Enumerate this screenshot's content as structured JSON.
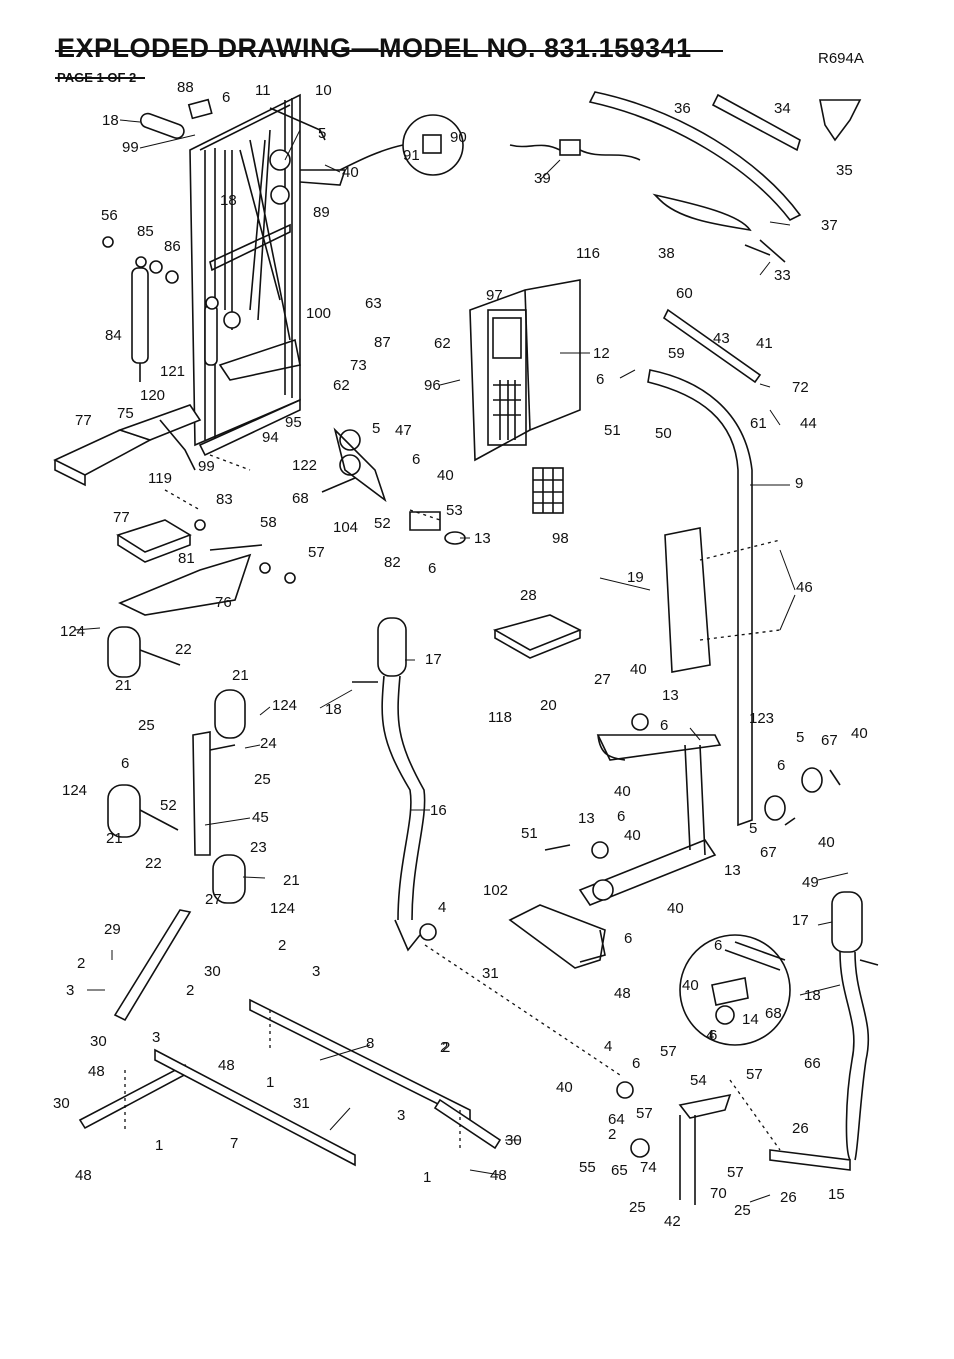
{
  "header": {
    "title": "EXPLODED DRAWING—MODEL NO. 831.159341",
    "page": "PAGE 1 OF 2",
    "drawing_code": "R694A"
  },
  "callouts": [
    {
      "id": "c88",
      "label": "88"
    },
    {
      "id": "c6a",
      "label": "6"
    },
    {
      "id": "c11",
      "label": "11"
    },
    {
      "id": "c10",
      "label": "10"
    },
    {
      "id": "c18a",
      "label": "18"
    },
    {
      "id": "c99a",
      "label": "99"
    },
    {
      "id": "c5a",
      "label": "5"
    },
    {
      "id": "c40a",
      "label": "40"
    },
    {
      "id": "c18b",
      "label": "18"
    },
    {
      "id": "c89",
      "label": "89"
    },
    {
      "id": "c91",
      "label": "91"
    },
    {
      "id": "c90",
      "label": "90"
    },
    {
      "id": "c56",
      "label": "56"
    },
    {
      "id": "c85",
      "label": "85"
    },
    {
      "id": "c86",
      "label": "86"
    },
    {
      "id": "c84",
      "label": "84"
    },
    {
      "id": "c100",
      "label": "100"
    },
    {
      "id": "c63",
      "label": "63"
    },
    {
      "id": "c87",
      "label": "87"
    },
    {
      "id": "c73",
      "label": "73"
    },
    {
      "id": "c62a",
      "label": "62"
    },
    {
      "id": "c121",
      "label": "121"
    },
    {
      "id": "c120",
      "label": "120"
    },
    {
      "id": "c77a",
      "label": "77"
    },
    {
      "id": "c75",
      "label": "75"
    },
    {
      "id": "c94",
      "label": "94"
    },
    {
      "id": "c95",
      "label": "95"
    },
    {
      "id": "c99b",
      "label": "99"
    },
    {
      "id": "c119",
      "label": "119"
    },
    {
      "id": "c36",
      "label": "36"
    },
    {
      "id": "c34",
      "label": "34"
    },
    {
      "id": "c35",
      "label": "35"
    },
    {
      "id": "c39",
      "label": "39"
    },
    {
      "id": "c37",
      "label": "37"
    },
    {
      "id": "c38",
      "label": "38"
    },
    {
      "id": "c33",
      "label": "33"
    },
    {
      "id": "c116",
      "label": "116"
    },
    {
      "id": "c97",
      "label": "97"
    },
    {
      "id": "c62b",
      "label": "62"
    },
    {
      "id": "c12",
      "label": "12"
    },
    {
      "id": "c96",
      "label": "96"
    },
    {
      "id": "c60",
      "label": "60"
    },
    {
      "id": "c43",
      "label": "43"
    },
    {
      "id": "c41",
      "label": "41"
    },
    {
      "id": "c59",
      "label": "59"
    },
    {
      "id": "c6b",
      "label": "6"
    },
    {
      "id": "c72",
      "label": "72"
    },
    {
      "id": "c44",
      "label": "44"
    },
    {
      "id": "c61",
      "label": "61"
    },
    {
      "id": "c51a",
      "label": "51"
    },
    {
      "id": "c50",
      "label": "50"
    },
    {
      "id": "c9",
      "label": "9"
    },
    {
      "id": "c5b",
      "label": "5"
    },
    {
      "id": "c47",
      "label": "47"
    },
    {
      "id": "c6c",
      "label": "6"
    },
    {
      "id": "c122",
      "label": "122"
    },
    {
      "id": "c40b",
      "label": "40"
    },
    {
      "id": "c68a",
      "label": "68"
    },
    {
      "id": "c104",
      "label": "104"
    },
    {
      "id": "c52a",
      "label": "52"
    },
    {
      "id": "c53",
      "label": "53"
    },
    {
      "id": "c13a",
      "label": "13"
    },
    {
      "id": "c82",
      "label": "82"
    },
    {
      "id": "c6d",
      "label": "6"
    },
    {
      "id": "c98",
      "label": "98"
    },
    {
      "id": "c77b",
      "label": "77"
    },
    {
      "id": "c83",
      "label": "83"
    },
    {
      "id": "c58",
      "label": "58"
    },
    {
      "id": "c81",
      "label": "81"
    },
    {
      "id": "c57a",
      "label": "57"
    },
    {
      "id": "c76",
      "label": "76"
    },
    {
      "id": "c19",
      "label": "19"
    },
    {
      "id": "c46",
      "label": "46"
    },
    {
      "id": "c124a",
      "label": "124"
    },
    {
      "id": "c22a",
      "label": "22"
    },
    {
      "id": "c21a",
      "label": "21"
    },
    {
      "id": "c21b",
      "label": "21"
    },
    {
      "id": "c124b",
      "label": "124"
    },
    {
      "id": "c17a",
      "label": "17"
    },
    {
      "id": "c18c",
      "label": "18"
    },
    {
      "id": "c28",
      "label": "28"
    },
    {
      "id": "c118",
      "label": "118"
    },
    {
      "id": "c20",
      "label": "20"
    },
    {
      "id": "c27a",
      "label": "27"
    },
    {
      "id": "c40c",
      "label": "40"
    },
    {
      "id": "c13b",
      "label": "13"
    },
    {
      "id": "c6e",
      "label": "6"
    },
    {
      "id": "c123",
      "label": "123"
    },
    {
      "id": "c5c",
      "label": "5"
    },
    {
      "id": "c67a",
      "label": "67"
    },
    {
      "id": "c40d",
      "label": "40"
    },
    {
      "id": "c25a",
      "label": "25"
    },
    {
      "id": "c24",
      "label": "24"
    },
    {
      "id": "c6f",
      "label": "6"
    },
    {
      "id": "c25b",
      "label": "25"
    },
    {
      "id": "c124c",
      "label": "124"
    },
    {
      "id": "c52b",
      "label": "52"
    },
    {
      "id": "c45",
      "label": "45"
    },
    {
      "id": "c16",
      "label": "16"
    },
    {
      "id": "c40e",
      "label": "40"
    },
    {
      "id": "c6g",
      "label": "6"
    },
    {
      "id": "c40f",
      "label": "40"
    },
    {
      "id": "c6h",
      "label": "6"
    },
    {
      "id": "c5d",
      "label": "5"
    },
    {
      "id": "c67b",
      "label": "67"
    },
    {
      "id": "c40g",
      "label": "40"
    },
    {
      "id": "c23",
      "label": "23"
    },
    {
      "id": "c21c",
      "label": "21"
    },
    {
      "id": "c22b",
      "label": "22"
    },
    {
      "id": "c51b",
      "label": "51"
    },
    {
      "id": "c13c",
      "label": "13"
    },
    {
      "id": "c13d",
      "label": "13"
    },
    {
      "id": "c21d",
      "label": "21"
    },
    {
      "id": "c27b",
      "label": "27"
    },
    {
      "id": "c124d",
      "label": "124"
    },
    {
      "id": "c102",
      "label": "102"
    },
    {
      "id": "c40h",
      "label": "40"
    },
    {
      "id": "c6i",
      "label": "6"
    },
    {
      "id": "c49",
      "label": "49"
    },
    {
      "id": "c4a",
      "label": "4"
    },
    {
      "id": "c17b",
      "label": "17"
    },
    {
      "id": "c29",
      "label": "29"
    },
    {
      "id": "c2a",
      "label": "2"
    },
    {
      "id": "c3a",
      "label": "3"
    },
    {
      "id": "c30a",
      "label": "30"
    },
    {
      "id": "c2b",
      "label": "2"
    },
    {
      "id": "c3b",
      "label": "3"
    },
    {
      "id": "c31a",
      "label": "31"
    },
    {
      "id": "c48a",
      "label": "48"
    },
    {
      "id": "c6j",
      "label": "6"
    },
    {
      "id": "c40i",
      "label": "40"
    },
    {
      "id": "c14",
      "label": "14"
    },
    {
      "id": "c68b",
      "label": "68"
    },
    {
      "id": "c18d",
      "label": "18"
    },
    {
      "id": "c2c",
      "label": "2"
    },
    {
      "id": "c3c",
      "label": "3"
    },
    {
      "id": "c30b",
      "label": "30"
    },
    {
      "id": "c48b",
      "label": "48"
    },
    {
      "id": "c1a",
      "label": "1"
    },
    {
      "id": "c8",
      "label": "8"
    },
    {
      "id": "c4b",
      "label": "4"
    },
    {
      "id": "c6k",
      "label": "6"
    },
    {
      "id": "c57b",
      "label": "57"
    },
    {
      "id": "c57c",
      "label": "57"
    },
    {
      "id": "c54",
      "label": "54"
    },
    {
      "id": "c66",
      "label": "66"
    },
    {
      "id": "c4c",
      "label": "4"
    },
    {
      "id": "c6l",
      "label": "6"
    },
    {
      "id": "c40j",
      "label": "40"
    },
    {
      "id": "c48c",
      "label": "48"
    },
    {
      "id": "c2d",
      "label": "2"
    },
    {
      "id": "c30c",
      "label": "30"
    },
    {
      "id": "c31b",
      "label": "31"
    },
    {
      "id": "c2e",
      "label": "2"
    },
    {
      "id": "c3d",
      "label": "3"
    },
    {
      "id": "c64",
      "label": "64"
    },
    {
      "id": "c57d",
      "label": "57"
    },
    {
      "id": "c26a",
      "label": "26"
    },
    {
      "id": "c2f",
      "label": "2"
    },
    {
      "id": "c7",
      "label": "7"
    },
    {
      "id": "c30d",
      "label": "30"
    },
    {
      "id": "c55",
      "label": "55"
    },
    {
      "id": "c65",
      "label": "65"
    },
    {
      "id": "c74",
      "label": "74"
    },
    {
      "id": "c57e",
      "label": "57"
    },
    {
      "id": "c1b",
      "label": "1"
    },
    {
      "id": "c48d",
      "label": "48"
    },
    {
      "id": "c1c",
      "label": "1"
    },
    {
      "id": "c48e",
      "label": "48"
    },
    {
      "id": "c25c",
      "label": "25"
    },
    {
      "id": "c70",
      "label": "70"
    },
    {
      "id": "c26b",
      "label": "26"
    },
    {
      "id": "c15",
      "label": "15"
    },
    {
      "id": "c42",
      "label": "42"
    },
    {
      "id": "c25d",
      "label": "25"
    }
  ]
}
